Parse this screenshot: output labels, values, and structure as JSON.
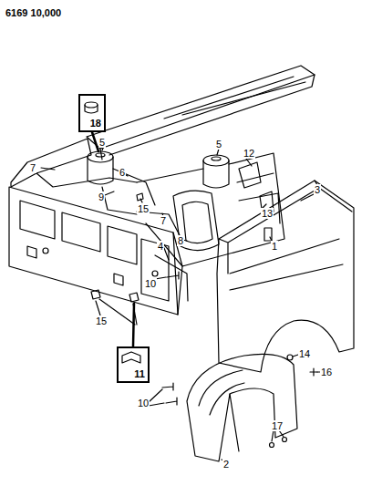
{
  "diagram": {
    "nodes": [
      {
        "text": [
          "18"
        ]
      },
      {
        "text": [
          "11"
        ]
      }
    ],
    "labels": [
      "6169 10,000",
      "5",
      "5",
      "12",
      "7",
      "6",
      "9",
      "15",
      "7",
      "13",
      "1",
      "3",
      "8",
      "4",
      "10",
      "15",
      "14",
      "16",
      "10",
      "2",
      "17"
    ]
  }
}
